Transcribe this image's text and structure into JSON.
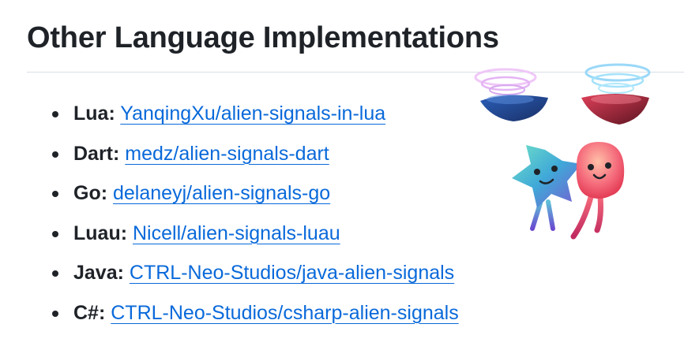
{
  "section": {
    "heading": "Other Language Implementations"
  },
  "implementations": [
    {
      "label": "Lua:",
      "link": "YanqingXu/alien-signals-in-lua"
    },
    {
      "label": "Dart:",
      "link": "medz/alien-signals-dart"
    },
    {
      "label": "Go:",
      "link": "delaneyj/alien-signals-go"
    },
    {
      "label": "Luau:",
      "link": "Nicell/alien-signals-luau"
    },
    {
      "label": "Java:",
      "link": "CTRL-Neo-Studios/java-alien-signals"
    },
    {
      "label": "C#:",
      "link": "CTRL-Neo-Studios/csharp-alien-signals"
    }
  ],
  "colors": {
    "text": "#1f2328",
    "link": "#0969da",
    "divider": "#d8dee4"
  },
  "icons": {
    "illustration": "alien-mascots-illustration"
  }
}
